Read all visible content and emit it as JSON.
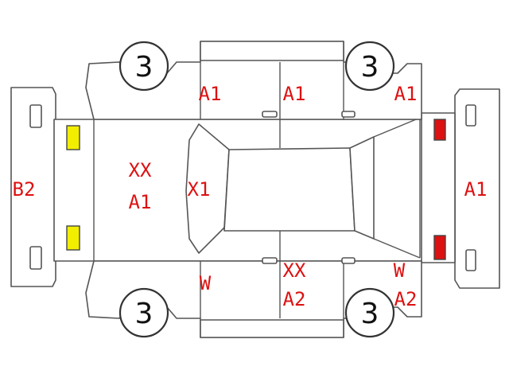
{
  "colors": {
    "outline": "#555555",
    "damage_code": "#dd1111",
    "front_light": "#f2ee00",
    "rear_light": "#dd1111"
  },
  "tires": {
    "front_left": "3",
    "rear_left": "3",
    "front_right": "3",
    "rear_right": "3"
  },
  "codes": {
    "front_bumper": "B2",
    "hood_line1": "XX",
    "hood_line2": "A1",
    "windshield": "X1",
    "left_front_fender": "A1",
    "left_front_door": "A1",
    "left_rear_quarter": "A1",
    "rear_bumper": "A1",
    "right_front_pillar": "W",
    "right_door_line1": "XX",
    "right_door_line2": "A2",
    "right_rear_line1": "W",
    "right_rear_line2": "A2"
  }
}
